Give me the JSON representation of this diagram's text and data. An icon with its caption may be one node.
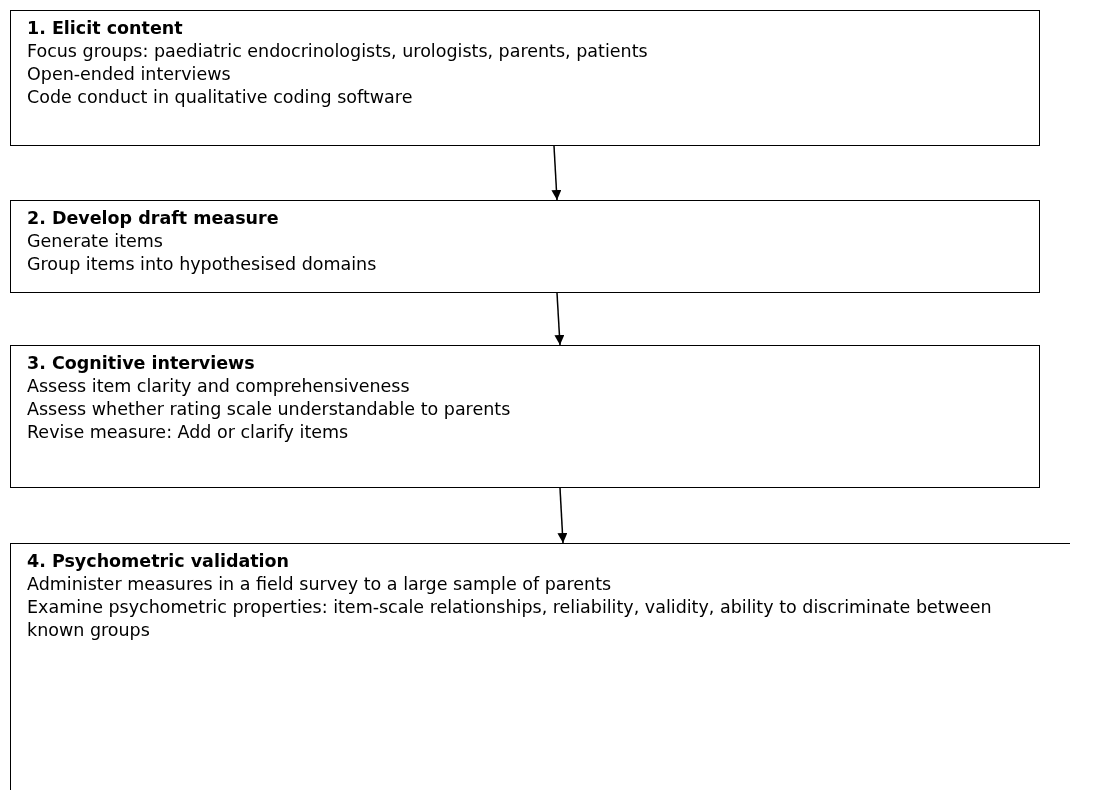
{
  "diagram": {
    "nodes": [
      {
        "text": [
          "1. Elicit content",
          "Focus groups: paediatric endocrinologists, urologists, parents, patients",
          "Open-ended interviews",
          "Code conduct in qualitative coding software"
        ]
      },
      {
        "text": [
          "2. Develop draft measure",
          "Generate items",
          "Group items into hypothesised domains"
        ]
      },
      {
        "text": [
          "3. Cognitive interviews",
          "Assess item clarity and comprehensiveness",
          "Assess whether rating scale understandable to parents",
          "Revise measure: Add or clarify items"
        ]
      },
      {
        "text": [
          "4. Psychometric validation",
          "Administer measures in a field survey to a large sample of parents",
          "Examine psychometric properties: item-scale relationships, reliability, validity, ability to discriminate between known groups"
        ]
      }
    ],
    "edges": [
      {
        "from": 0,
        "to": 1,
        "arrow": "to"
      },
      {
        "from": 1,
        "to": 2,
        "arrow": "to"
      },
      {
        "from": 2,
        "to": 3,
        "arrow": "to"
      }
    ]
  }
}
